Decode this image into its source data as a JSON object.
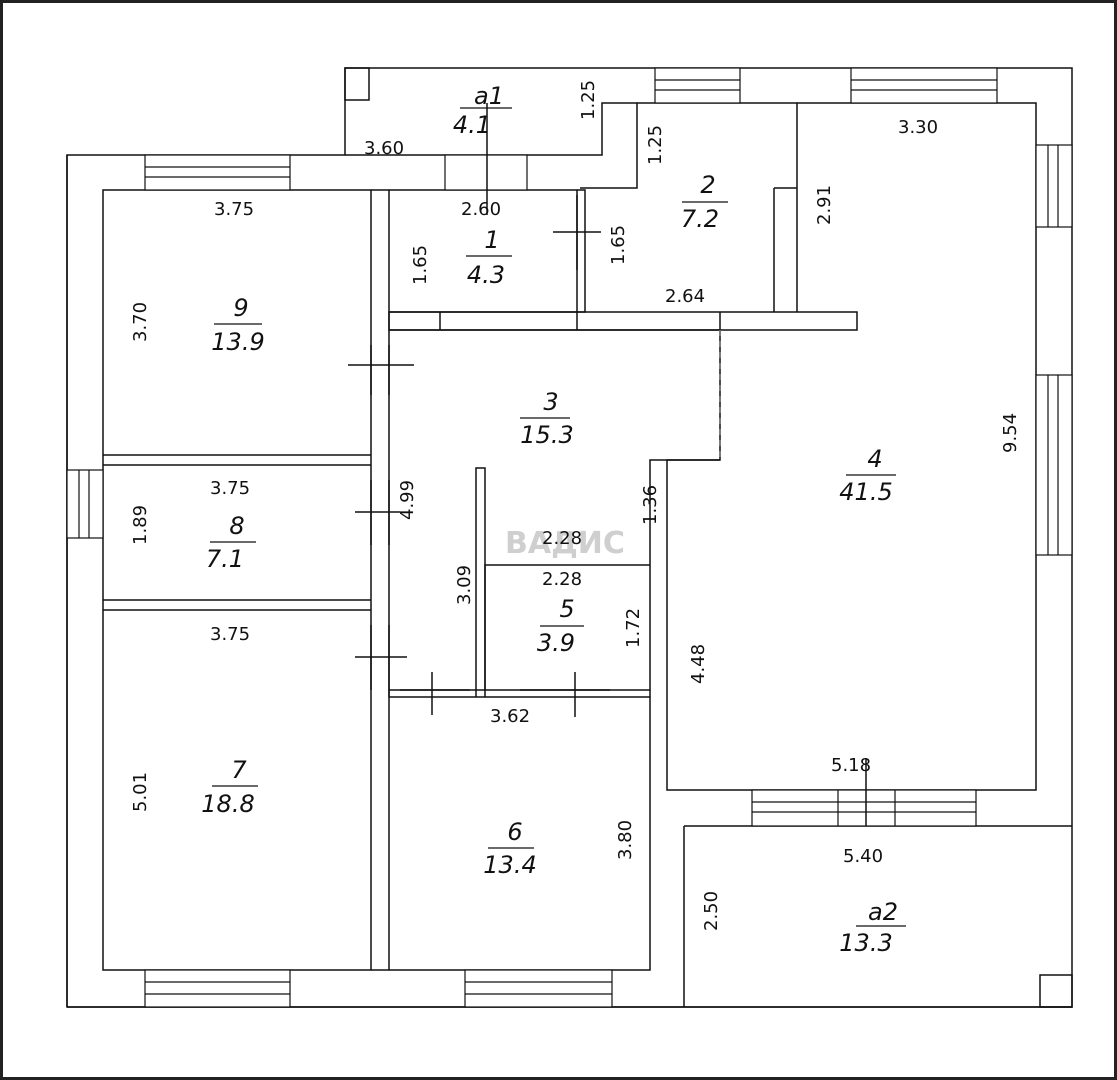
{
  "rooms": [
    {
      "id": "a1",
      "number": "a1",
      "area": "4.1"
    },
    {
      "id": "r1",
      "number": "1",
      "area": "4.3"
    },
    {
      "id": "r2",
      "number": "2",
      "area": "7.2"
    },
    {
      "id": "r3",
      "number": "3",
      "area": "15.3"
    },
    {
      "id": "r4",
      "number": "4",
      "area": "41.5"
    },
    {
      "id": "r5",
      "number": "5",
      "area": "3.9"
    },
    {
      "id": "r6",
      "number": "6",
      "area": "13.4"
    },
    {
      "id": "r7",
      "number": "7",
      "area": "18.8"
    },
    {
      "id": "r8",
      "number": "8",
      "area": "7.1"
    },
    {
      "id": "r9",
      "number": "9",
      "area": "13.9"
    },
    {
      "id": "a2",
      "number": "a2",
      "area": "13.3"
    }
  ],
  "dimensions": {
    "a1_height": "1.25",
    "a1_width": "3.60",
    "r1_width": "2.60",
    "r1_left": "1.65",
    "r1_right": "1.65",
    "r2_top": "1.25",
    "r2_right": "2.91",
    "r2_bottom": "2.64",
    "r4_top": "3.30",
    "r4_right": "9.54",
    "r4_left": "4.48",
    "r4_bottom": "5.18",
    "r9_top": "3.75",
    "r9_left": "3.70",
    "r8_top": "3.75",
    "r8_left": "1.89",
    "r7_top": "3.75",
    "r7_left": "5.01",
    "r3_right": "1.36",
    "r3_inner_width": "2.28",
    "r3_left": "4.99",
    "r3_corridor": "3.09",
    "r5_top": "2.28",
    "r5_right": "1.72",
    "r6_top": "3.62",
    "r6_right": "3.80",
    "a2_top": "5.40",
    "a2_left": "2.50"
  },
  "watermark": "ВАДИС"
}
